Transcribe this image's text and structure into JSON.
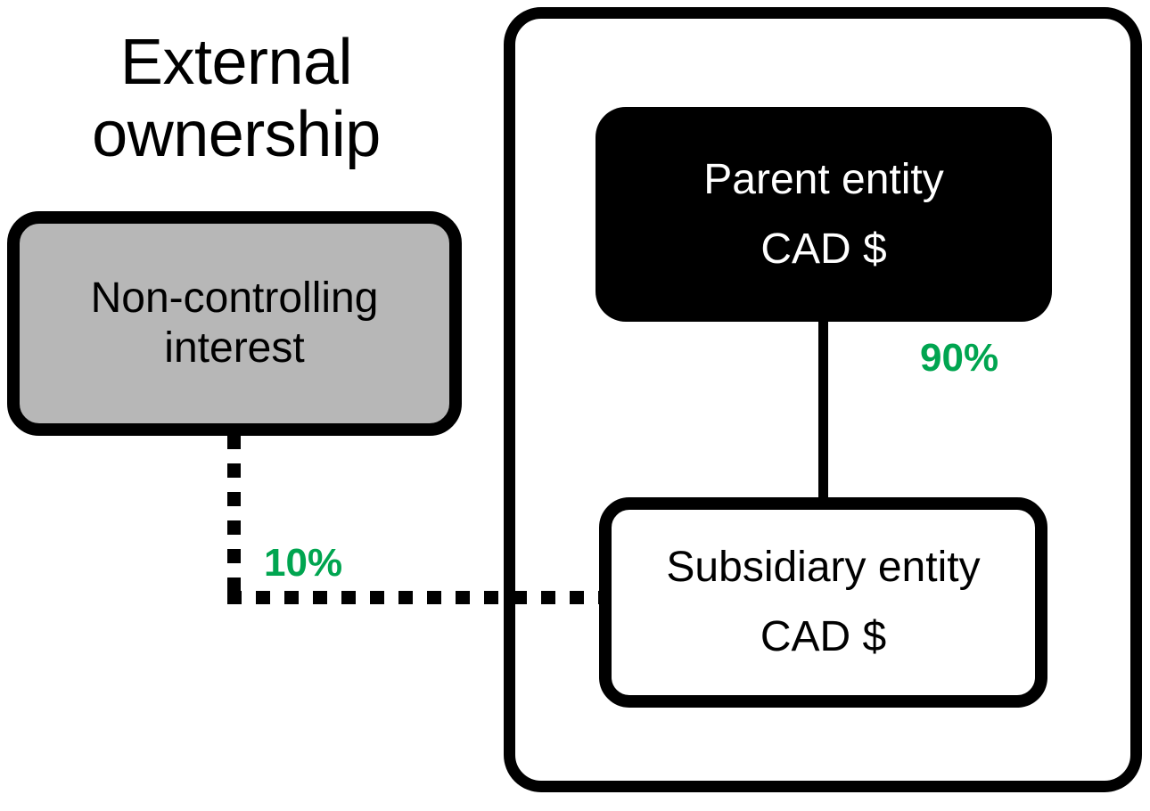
{
  "diagram": {
    "type": "ownership-structure",
    "external_section": {
      "title_line_1": "External",
      "title_line_2": "ownership",
      "nci_node": {
        "line_1": "Non-controlling",
        "line_2": "interest",
        "fill": "#b7b7b7",
        "text_color": "#000000"
      }
    },
    "group_section": {
      "parent_node": {
        "line_1": "Parent entity",
        "line_2": "CAD $",
        "fill": "#000000",
        "text_color": "#ffffff"
      },
      "subsidiary_node": {
        "line_1": "Subsidiary entity",
        "line_2": "CAD $",
        "fill": "#ffffff",
        "text_color": "#000000"
      }
    },
    "connectors": {
      "parent_to_subsidiary": {
        "style": "solid",
        "ownership_label": "90%"
      },
      "nci_to_subsidiary": {
        "style": "dotted",
        "ownership_label": "10%"
      }
    },
    "colors": {
      "accent_green": "#00a550",
      "outline_black": "#000000",
      "grey_fill": "#b7b7b7",
      "background": "#ffffff"
    }
  }
}
